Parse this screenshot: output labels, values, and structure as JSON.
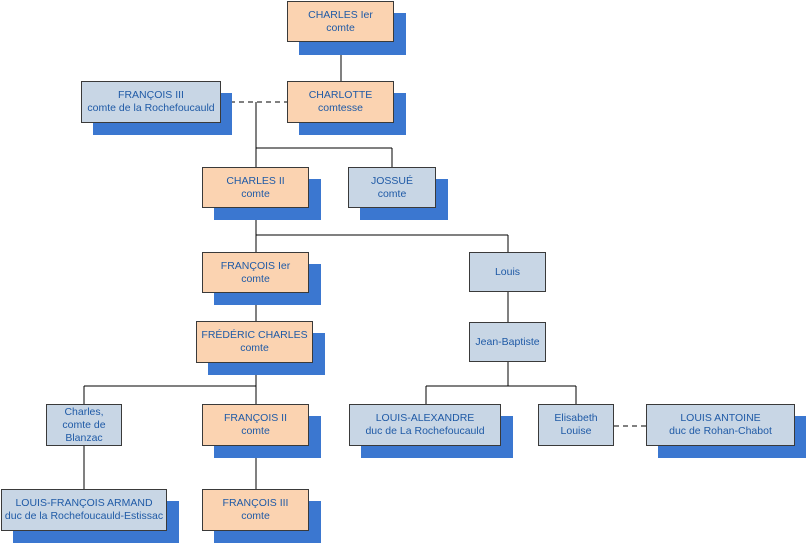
{
  "colors": {
    "peach_fill": "#fbd3b1",
    "blue_fill": "#c8d6e5",
    "shadow": "#3b77d0",
    "text": "#1f5aa6",
    "line": "#000000"
  },
  "nodes": {
    "charles_1": {
      "line1": "CHARLES Ier",
      "line2": "comte"
    },
    "francois_3_rochefoucauld": {
      "line1": "FRANÇOIS III",
      "line2": "comte de la Rochefoucauld"
    },
    "charlotte": {
      "line1": "CHARLOTTE",
      "line2": "comtesse"
    },
    "charles_2": {
      "line1": "CHARLES II",
      "line2": "comte"
    },
    "josue": {
      "line1": "JOSSUÉ",
      "line2": "comte"
    },
    "francois_1": {
      "line1": "FRANÇOIS Ier",
      "line2": "comte"
    },
    "louis": {
      "line1": "Louis"
    },
    "frederic_charles": {
      "line1": "FRÉDÉRIC CHARLES",
      "line2": "comte"
    },
    "jean_baptiste": {
      "line1": "Jean-Baptiste"
    },
    "charles_blanzac": {
      "line1": "Charles,",
      "line2": "comte de",
      "line3": "Blanzac"
    },
    "francois_2": {
      "line1": "FRANÇOIS II",
      "line2": "comte"
    },
    "louis_alexandre": {
      "line1": "LOUIS-ALEXANDRE",
      "line2": "duc de La Rochefoucauld"
    },
    "elisabeth_louise": {
      "line1": "Elisabeth",
      "line2": "Louise"
    },
    "louis_antoine": {
      "line1": "LOUIS ANTOINE",
      "line2": "duc de Rohan-Chabot"
    },
    "louis_francois_armand": {
      "line1": "LOUIS-FRANÇOIS ARMAND",
      "line2": "duc de la Rochefoucauld-Estissac"
    },
    "francois_3": {
      "line1": "FRANÇOIS III",
      "line2": "comte"
    }
  }
}
